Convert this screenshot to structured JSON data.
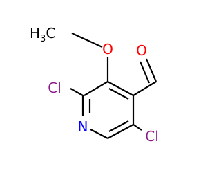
{
  "molecule": {
    "atoms": {
      "methyl": {
        "main": "H",
        "sub": "3",
        "tail": "C"
      },
      "methoxy_o": "O",
      "aldehyde_o": "O",
      "nitrogen": "N",
      "chlorine_2": "Cl",
      "chlorine_5": "Cl"
    }
  },
  "colors": {
    "carbon_bond": "#000000",
    "oxygen": "#ff0000",
    "nitrogen": "#0000ff",
    "chlorine": "#8b1a8b"
  }
}
